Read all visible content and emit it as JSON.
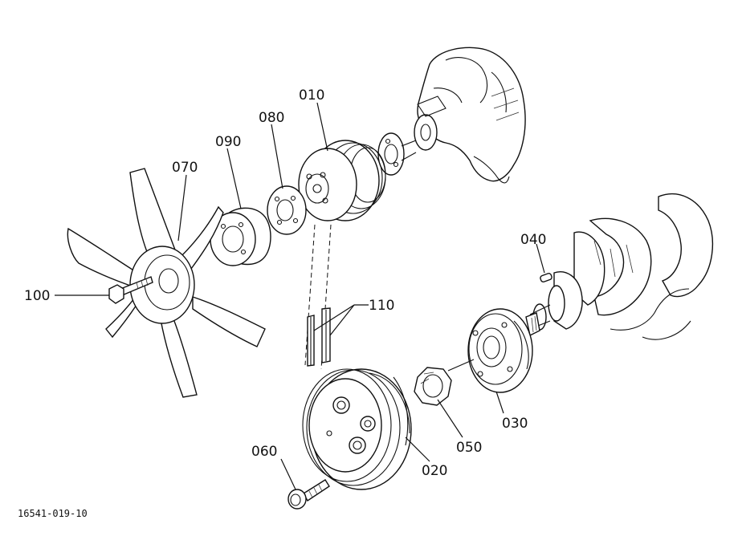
{
  "diagram": {
    "parts": [
      {
        "id": "p010",
        "label": "010",
        "name": "water-pump-pulley"
      },
      {
        "id": "p020",
        "label": "020",
        "name": "crankshaft-pulley"
      },
      {
        "id": "p030",
        "label": "030",
        "name": "pulley-hub"
      },
      {
        "id": "p040",
        "label": "040",
        "name": "key"
      },
      {
        "id": "p050",
        "label": "050",
        "name": "nut"
      },
      {
        "id": "p060",
        "label": "060",
        "name": "bolt"
      },
      {
        "id": "p070",
        "label": "070",
        "name": "fan"
      },
      {
        "id": "p080",
        "label": "080",
        "name": "spacer-plate"
      },
      {
        "id": "p090",
        "label": "090",
        "name": "fan-spacer"
      },
      {
        "id": "p100",
        "label": "100",
        "name": "fan-bolt"
      },
      {
        "id": "p110",
        "label": "110",
        "name": "v-belt"
      }
    ],
    "figure_code": "16541-019-10"
  }
}
